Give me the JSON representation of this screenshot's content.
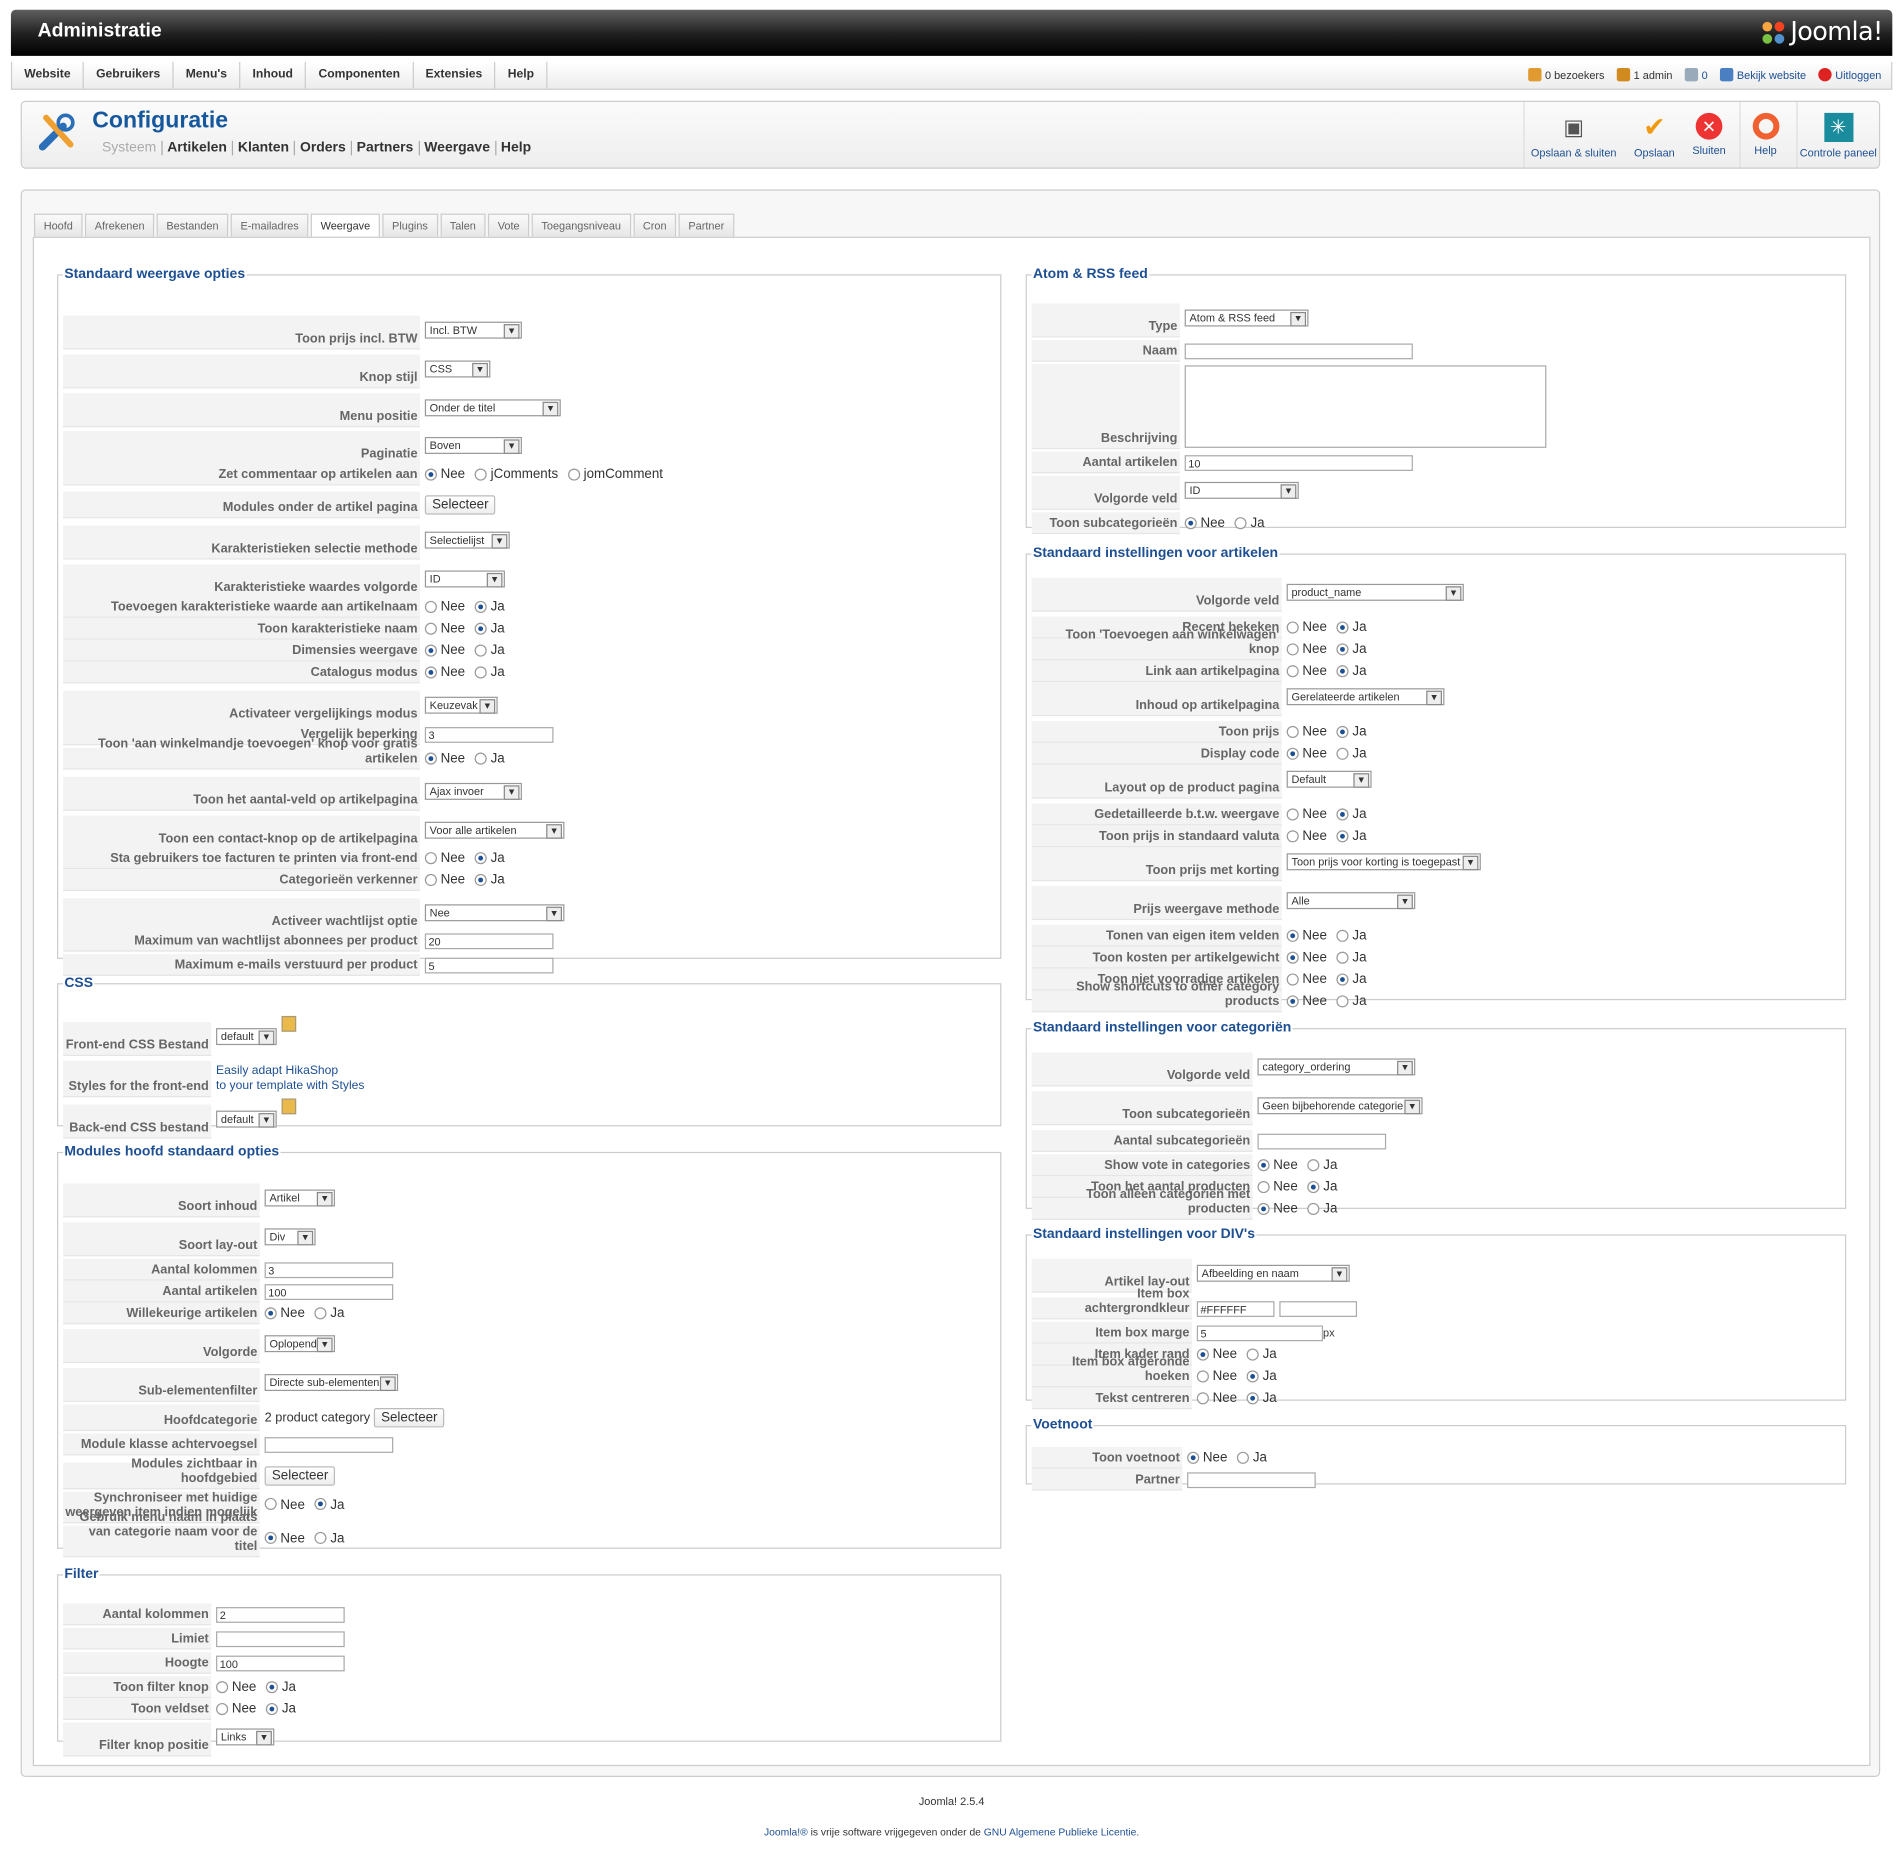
{
  "header": {
    "title": "Administratie",
    "logo": "Joomla!"
  },
  "menu": [
    "Website",
    "Gebruikers",
    "Menu's",
    "Inhoud",
    "Componenten",
    "Extensies",
    "Help"
  ],
  "status": {
    "visitors": "0 bezoekers",
    "admin": "1 admin",
    "messages": "0",
    "view_site": "Bekijk website",
    "logout": "Uitloggen"
  },
  "page": {
    "title": "Configuratie",
    "submenu": [
      "Systeem",
      "Artikelen",
      "Klanten",
      "Orders",
      "Partners",
      "Weergave",
      "Help"
    ]
  },
  "toolbar": {
    "save_close": "Opslaan & sluiten",
    "save": "Opslaan",
    "close": "Sluiten",
    "help": "Help",
    "cpanel": "Controle paneel"
  },
  "tabs": [
    "Hoofd",
    "Afrekenen",
    "Bestanden",
    "E-mailadres",
    "Weergave",
    "Plugins",
    "Talen",
    "Vote",
    "Toegangsniveau",
    "Cron",
    "Partner"
  ],
  "standaard": {
    "legend": "Standaard weergave opties",
    "rows": [
      {
        "label": "Toon prijs incl. BTW",
        "type": "select",
        "value": "Incl. BTW",
        "w": 80
      },
      {
        "label": "Knop stijl",
        "type": "select",
        "value": "CSS",
        "w": 54
      },
      {
        "label": "Menu positie",
        "type": "select",
        "value": "Onder de titel",
        "w": 112
      },
      {
        "label": "Paginatie",
        "type": "select",
        "value": "Boven",
        "w": 80
      },
      {
        "label": "Zet commentaar op artikelen aan",
        "type": "radio",
        "opts": [
          "Nee",
          "jComments",
          "jomComment"
        ],
        "on": 0
      },
      {
        "label": "Modules onder de artikel pagina",
        "type": "button",
        "value": "Selecteer"
      },
      {
        "label": "Karakteristieken selectie methode",
        "type": "select",
        "value": "Selectielijst",
        "w": 70
      },
      {
        "label": "Karakteristieke waardes volgorde",
        "type": "select",
        "value": "ID",
        "w": 66
      },
      {
        "label": "Toevoegen karakteristieke waarde aan artikelnaam",
        "type": "radio",
        "opts": [
          "Nee",
          "Ja"
        ],
        "on": 1
      },
      {
        "label": "Toon karakteristieke naam",
        "type": "radio",
        "opts": [
          "Nee",
          "Ja"
        ],
        "on": 1
      },
      {
        "label": "Dimensies weergave",
        "type": "radio",
        "opts": [
          "Nee",
          "Ja"
        ],
        "on": 0
      },
      {
        "label": "Catalogus modus",
        "type": "radio",
        "opts": [
          "Nee",
          "Ja"
        ],
        "on": 0
      },
      {
        "label": "Activateer vergelijkings modus",
        "type": "select",
        "value": "Keuzevak",
        "w": 60
      },
      {
        "label": "Vergelijk beperking",
        "type": "input",
        "value": "3",
        "w": 106
      },
      {
        "label": "Toon 'aan winkelmandje toevoegen' knop voor gratis artikelen",
        "type": "radio",
        "opts": [
          "Nee",
          "Ja"
        ],
        "on": 0
      },
      {
        "label": "Toon het aantal-veld op artikelpagina",
        "type": "select",
        "value": "Ajax invoer",
        "w": 80
      },
      {
        "label": "Toon een contact-knop op de artikelpagina",
        "type": "select",
        "value": "Voor alle artikelen",
        "w": 115
      },
      {
        "label": "Sta gebruikers toe facturen te printen via front-end",
        "type": "radio",
        "opts": [
          "Nee",
          "Ja"
        ],
        "on": 1
      },
      {
        "label": "Categorieën verkenner",
        "type": "radio",
        "opts": [
          "Nee",
          "Ja"
        ],
        "on": 1
      },
      {
        "label": "Activeer wachtlijst optie",
        "type": "select",
        "value": "Nee",
        "w": 115
      },
      {
        "label": "Maximum van wachtlijst abonnees per product",
        "type": "input",
        "value": "20",
        "w": 106
      },
      {
        "label": "Maximum e-mails verstuurd per product",
        "type": "input",
        "value": "5",
        "w": 106
      }
    ]
  },
  "css": {
    "legend": "CSS",
    "rows": [
      {
        "label": "Front-end CSS Bestand",
        "type": "select",
        "value": "default",
        "w": 50,
        "edit": true
      },
      {
        "label": "Styles for the front-end",
        "type": "link",
        "value": "Easily adapt HikaShop",
        "value2": "to your template with Styles"
      },
      {
        "label": "Back-end CSS bestand",
        "type": "select",
        "value": "default",
        "w": 50,
        "edit": true
      }
    ]
  },
  "modules": {
    "legend": "Modules hoofd standaard opties",
    "rows": [
      {
        "label": "Soort inhoud",
        "type": "select",
        "value": "Artikel",
        "w": 58
      },
      {
        "label": "Soort lay-out",
        "type": "select",
        "value": "Div",
        "w": 42
      },
      {
        "label": "Aantal kolommen",
        "type": "input",
        "value": "3",
        "w": 106
      },
      {
        "label": "Aantal artikelen",
        "type": "input",
        "value": "100",
        "w": 106
      },
      {
        "label": "Willekeurige artikelen",
        "type": "radio",
        "opts": [
          "Nee",
          "Ja"
        ],
        "on": 0
      },
      {
        "label": "Volgorde",
        "type": "select",
        "value": "Oplopend",
        "w": 58
      },
      {
        "label": "Sub-elementenfilter",
        "type": "select",
        "value": "Directe sub-elementen",
        "w": 110
      },
      {
        "label": "Hoofdcategorie",
        "type": "text_button",
        "value": "2 product category",
        "button": "Selecteer"
      },
      {
        "label": "Module klasse achtervoegsel",
        "type": "input",
        "value": "",
        "w": 106
      },
      {
        "label": "Modules zichtbaar in hoofdgebied",
        "type": "button",
        "value": "Selecteer"
      },
      {
        "label": "Synchroniseer met huidige weergeven item indien mogelijk",
        "type": "radio",
        "opts": [
          "Nee",
          "Ja"
        ],
        "on": 1
      },
      {
        "label": "Gebruik menu naam in plaats van categorie naam voor de titel",
        "type": "radio",
        "opts": [
          "Nee",
          "Ja"
        ],
        "on": 0
      }
    ]
  },
  "filter": {
    "legend": "Filter",
    "rows": [
      {
        "label": "Aantal kolommen",
        "type": "input",
        "value": "2",
        "w": 106
      },
      {
        "label": "Limiet",
        "type": "input",
        "value": "",
        "w": 106
      },
      {
        "label": "Hoogte",
        "type": "input",
        "value": "100",
        "w": 106
      },
      {
        "label": "Toon filter knop",
        "type": "radio",
        "opts": [
          "Nee",
          "Ja"
        ],
        "on": 1
      },
      {
        "label": "Toon veldset",
        "type": "radio",
        "opts": [
          "Nee",
          "Ja"
        ],
        "on": 1
      },
      {
        "label": "Filter knop positie",
        "type": "select",
        "value": "Links",
        "w": 48
      }
    ]
  },
  "atom": {
    "legend": "Atom & RSS feed",
    "rows": [
      {
        "label": "Type",
        "type": "select",
        "value": "Atom & RSS feed",
        "w": 102
      },
      {
        "label": "Naam",
        "type": "input",
        "value": "",
        "w": 188
      },
      {
        "label": "Beschrijving",
        "type": "textarea",
        "value": ""
      },
      {
        "label": "Aantal artikelen",
        "type": "input",
        "value": "10",
        "w": 188
      },
      {
        "label": "Volgorde veld",
        "type": "select",
        "value": "ID",
        "w": 94
      },
      {
        "label": "Toon subcategorieën",
        "type": "radio",
        "opts": [
          "Nee",
          "Ja"
        ],
        "on": 0
      }
    ]
  },
  "artikelen": {
    "legend": "Standaard instellingen voor artikelen",
    "rows": [
      {
        "label": "Volgorde veld",
        "type": "select",
        "value": "product_name",
        "w": 146
      },
      {
        "label": "Recent bekeken",
        "type": "radio",
        "opts": [
          "Nee",
          "Ja"
        ],
        "on": 1
      },
      {
        "label": "Toon 'Toevoegen aan winkelwagen' knop",
        "type": "radio",
        "opts": [
          "Nee",
          "Ja"
        ],
        "on": 1
      },
      {
        "label": "Link aan artikelpagina",
        "type": "radio",
        "opts": [
          "Nee",
          "Ja"
        ],
        "on": 1
      },
      {
        "label": "Inhoud op artikelpagina",
        "type": "select",
        "value": "Gerelateerde artikelen",
        "w": 130
      },
      {
        "label": "Toon prijs",
        "type": "radio",
        "opts": [
          "Nee",
          "Ja"
        ],
        "on": 1
      },
      {
        "label": "Display code",
        "type": "radio",
        "opts": [
          "Nee",
          "Ja"
        ],
        "on": 0
      },
      {
        "label": "Layout op de product pagina",
        "type": "select",
        "value": "Default",
        "w": 70
      },
      {
        "label": "Gedetailleerde b.t.w. weergave",
        "type": "radio",
        "opts": [
          "Nee",
          "Ja"
        ],
        "on": 1
      },
      {
        "label": "Toon prijs in standaard valuta",
        "type": "radio",
        "opts": [
          "Nee",
          "Ja"
        ],
        "on": 1
      },
      {
        "label": "Toon prijs met korting",
        "type": "select",
        "value": "Toon prijs voor korting is toegepast",
        "w": 160
      },
      {
        "label": "Prijs weergave methode",
        "type": "select",
        "value": "Alle",
        "w": 106
      },
      {
        "label": "Tonen van eigen item velden",
        "type": "radio",
        "opts": [
          "Nee",
          "Ja"
        ],
        "on": 0
      },
      {
        "label": "Toon kosten per artikelgewicht",
        "type": "radio",
        "opts": [
          "Nee",
          "Ja"
        ],
        "on": 0
      },
      {
        "label": "Toon niet voorradige artikelen",
        "type": "radio",
        "opts": [
          "Nee",
          "Ja"
        ],
        "on": 1
      },
      {
        "label": "Show shortcuts to other category products",
        "type": "radio",
        "opts": [
          "Nee",
          "Ja"
        ],
        "on": 0
      }
    ]
  },
  "categorien": {
    "legend": "Standaard instellingen voor categoriën",
    "rows": [
      {
        "label": "Volgorde veld",
        "type": "select",
        "value": "category_ordering",
        "w": 130
      },
      {
        "label": "Toon subcategorieën",
        "type": "select",
        "value": "Geen bijbehorende categorie",
        "w": 136
      },
      {
        "label": "Aantal subcategorieën",
        "type": "input",
        "value": "",
        "w": 106
      },
      {
        "label": "Show vote in categories",
        "type": "radio",
        "opts": [
          "Nee",
          "Ja"
        ],
        "on": 0
      },
      {
        "label": "Toon het aantal producten",
        "type": "radio",
        "opts": [
          "Nee",
          "Ja"
        ],
        "on": 1
      },
      {
        "label": "Toon alleen categorien met producten",
        "type": "radio",
        "opts": [
          "Nee",
          "Ja"
        ],
        "on": 0
      }
    ]
  },
  "divs": {
    "legend": "Standaard instellingen voor DIV's",
    "rows": [
      {
        "label": "Artikel lay-out",
        "type": "select",
        "value": "Afbeelding en naam",
        "w": 126
      },
      {
        "label": "Item box achtergrondkleur",
        "type": "two_inputs",
        "value": "#FFFFFF",
        "value2": "",
        "w": 64
      },
      {
        "label": "Item box marge",
        "type": "input_unit",
        "value": "5",
        "unit": "px",
        "w": 104
      },
      {
        "label": "Item kader rand",
        "type": "radio",
        "opts": [
          "Nee",
          "Ja"
        ],
        "on": 0
      },
      {
        "label": "Item box afgeronde hoeken",
        "type": "radio",
        "opts": [
          "Nee",
          "Ja"
        ],
        "on": 1
      },
      {
        "label": "Tekst centreren",
        "type": "radio",
        "opts": [
          "Nee",
          "Ja"
        ],
        "on": 1
      }
    ]
  },
  "voetnoot": {
    "legend": "Voetnoot",
    "rows": [
      {
        "label": "Toon voetnoot",
        "type": "radio",
        "opts": [
          "Nee",
          "Ja"
        ],
        "on": 0
      },
      {
        "label": "Partner",
        "type": "input",
        "value": "",
        "w": 106
      }
    ]
  },
  "footer": {
    "version": "Joomla! 2.5.4",
    "line_pre": "Joomla!®",
    "line_mid": " is vrije software vrijgegeven onder de ",
    "line_link": "GNU Algemene Publieke Licentie",
    "line_post": "."
  }
}
